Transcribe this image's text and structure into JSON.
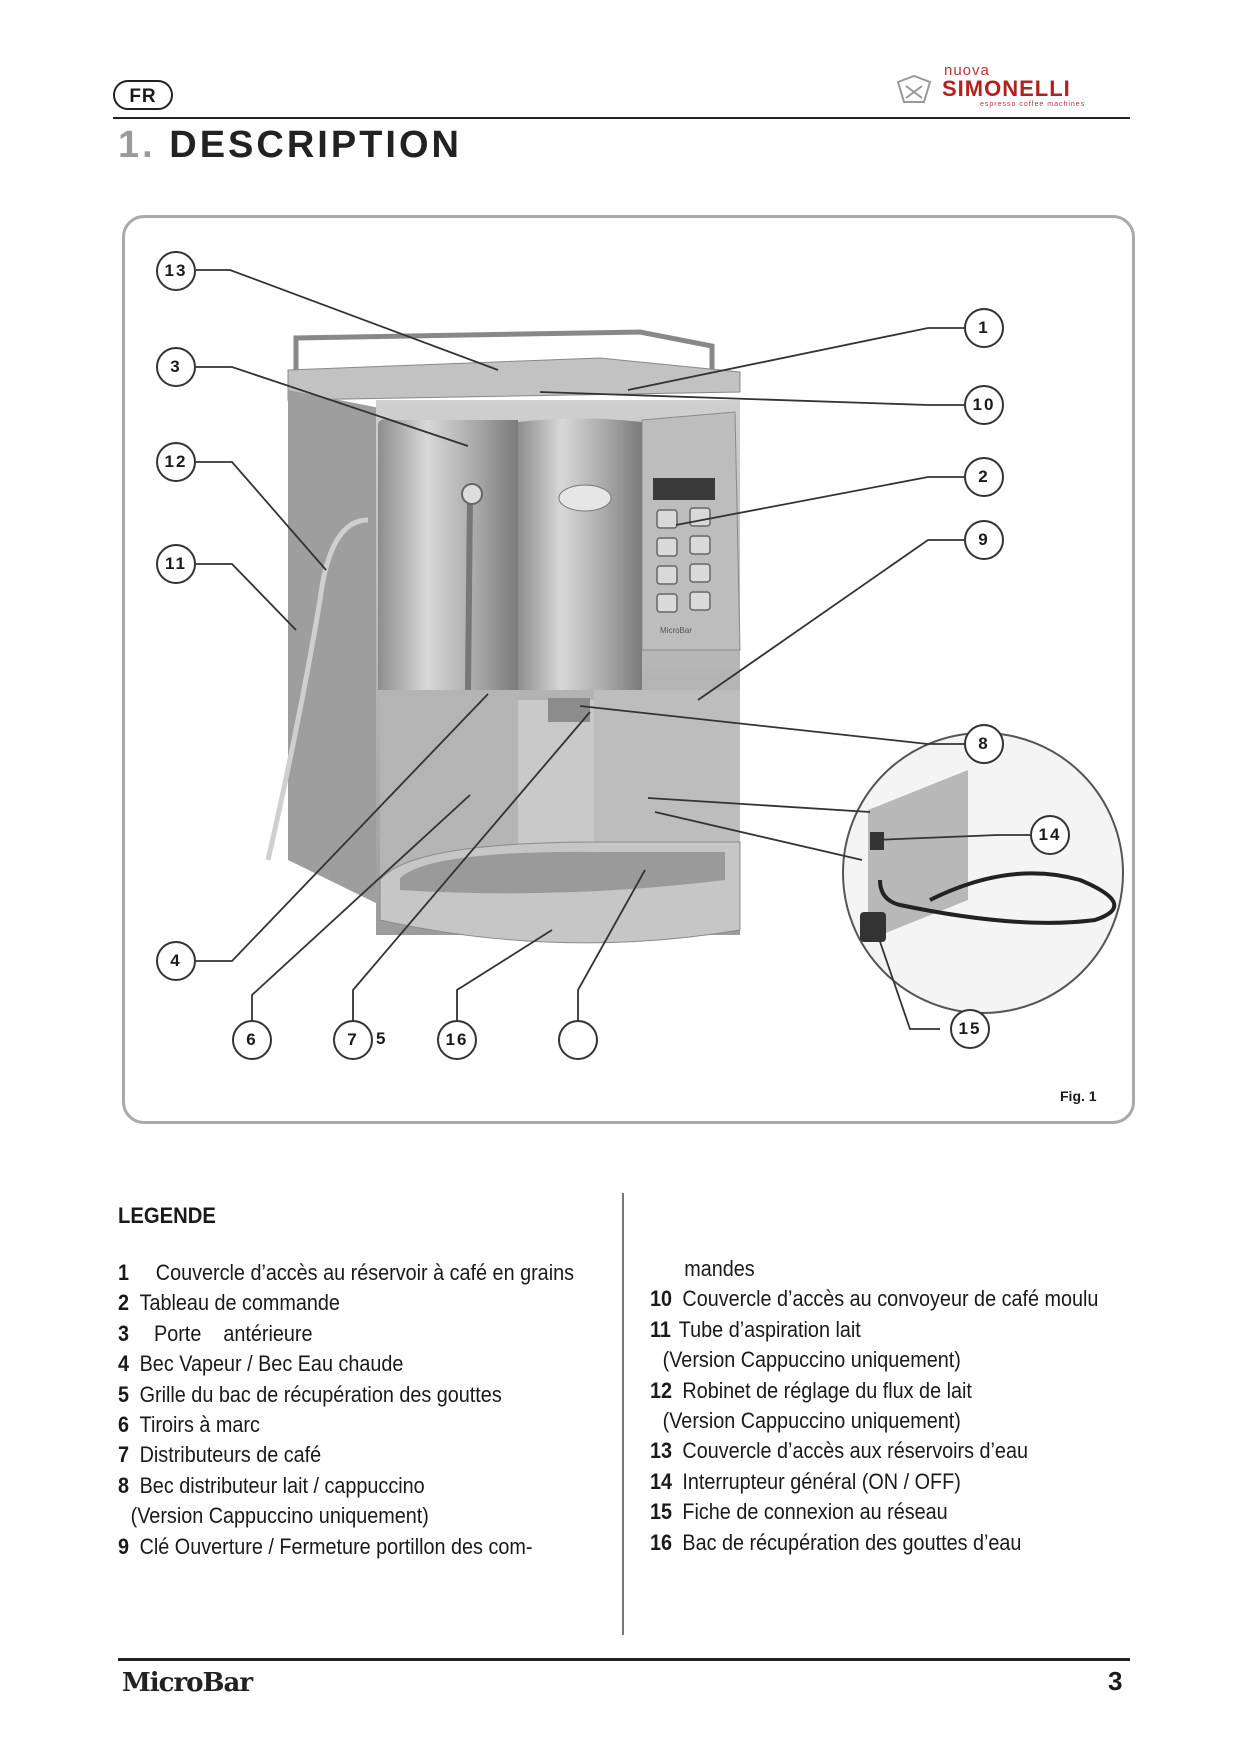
{
  "header": {
    "lang_badge": "FR",
    "logo": {
      "small": "nuova",
      "name": "SIMONELLI",
      "tagline": "espresso coffee machines"
    },
    "section_number": "1.",
    "section_title": "DESCRIPTION"
  },
  "figure": {
    "caption": "Fig. 1",
    "callouts": [
      {
        "label": "13"
      },
      {
        "label": "3"
      },
      {
        "label": "12"
      },
      {
        "label": "11"
      },
      {
        "label": "4"
      },
      {
        "label": "6"
      },
      {
        "label": "7"
      },
      {
        "label": "16"
      },
      {
        "label": ""
      },
      {
        "label": "1"
      },
      {
        "label": "10"
      },
      {
        "label": "2"
      },
      {
        "label": "9"
      },
      {
        "label": "8"
      },
      {
        "label": "14"
      },
      {
        "label": "15"
      }
    ],
    "extra_label": "5",
    "display_brand": "MicroBar"
  },
  "legend": {
    "title": "LEGENDE",
    "left_lines": [
      {
        "num": "1",
        "text": "Couvercle d’accès au réservoir à café en grains"
      },
      {
        "num": "2",
        "text": "Tableau de commande"
      },
      {
        "num": "3",
        "text": "Porte    antérieure"
      },
      {
        "num": "4",
        "text": "Bec Vapeur / Bec Eau chaude"
      },
      {
        "num": "5",
        "text": "Grille du bac de récupération des gouttes"
      },
      {
        "num": "6",
        "text": "Tiroirs à marc"
      },
      {
        "num": "7",
        "text": "Distributeurs de café"
      },
      {
        "num": "8",
        "text": "Bec distributeur lait / cappuccino"
      },
      {
        "num": "",
        "text": "(Version Cappuccino uniquement)"
      },
      {
        "num": "9",
        "text": "Clé Ouverture / Fermeture portillon des com-"
      }
    ],
    "right_lines": [
      {
        "num": "",
        "text": "mandes"
      },
      {
        "num": "10",
        "text": "Couvercle d’accès au convoyeur de café moulu"
      },
      {
        "num": "11",
        "text": "Tube d’aspiration lait"
      },
      {
        "num": "",
        "text": "(Version Cappuccino uniquement)"
      },
      {
        "num": "12",
        "text": "Robinet de réglage du flux de lait"
      },
      {
        "num": "",
        "text": "(Version Cappuccino uniquement)"
      },
      {
        "num": "13",
        "text": "Couvercle d’accès aux réservoirs d’eau"
      },
      {
        "num": "14",
        "text": "Interrupteur général (ON / OFF)"
      },
      {
        "num": "15",
        "text": "Fiche de connexion au réseau"
      },
      {
        "num": "16",
        "text": "Bac de récupération des gouttes d’eau"
      }
    ]
  },
  "footer": {
    "brand": "MicroBar",
    "page_number": "3"
  }
}
